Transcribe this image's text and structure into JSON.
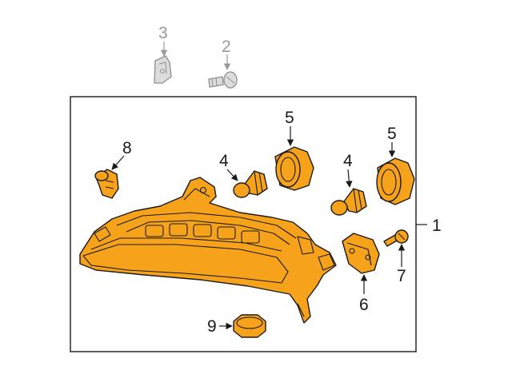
{
  "callouts": {
    "c1": "1",
    "c2": "2",
    "c3": "3",
    "c4a": "4",
    "c4b": "4",
    "c5a": "5",
    "c5b": "5",
    "c6": "6",
    "c7": "7",
    "c8": "8",
    "c9": "9"
  },
  "colors": {
    "part_fill": "#f7a21b",
    "outline": "#1a1a1a",
    "greyed_part": "#dcdcdc",
    "greyed_outline": "#8f8f8f"
  }
}
